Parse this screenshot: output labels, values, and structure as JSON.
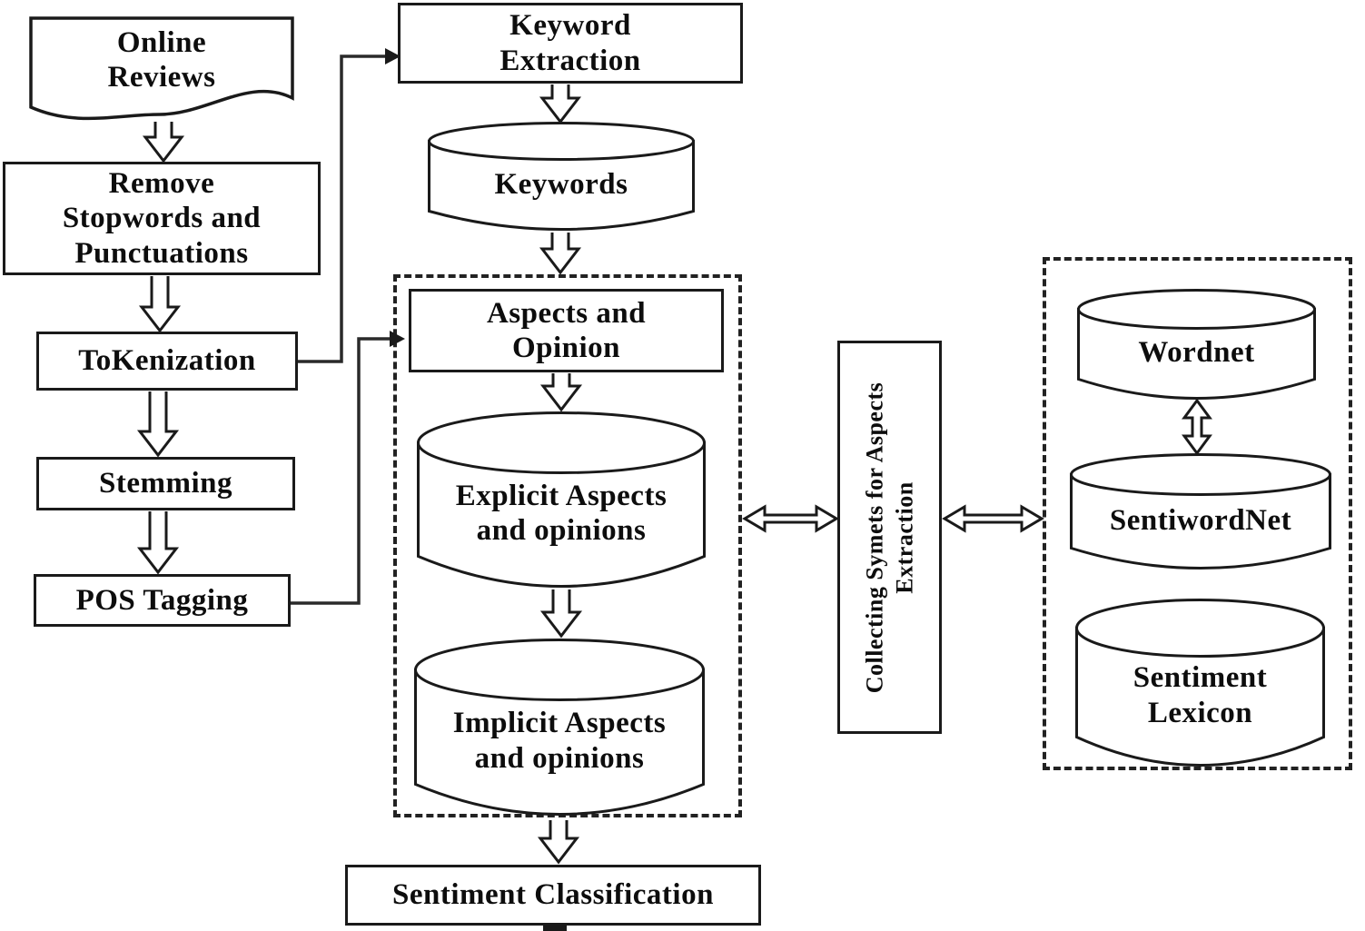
{
  "diagram": {
    "type": "flowchart",
    "background": "#ffffff",
    "line_color": "#1a1a1a",
    "nodes": {
      "online_reviews": {
        "label": "Online\nReviews",
        "shape": "document"
      },
      "remove_stopwords": {
        "label": "Remove\nStopwords and\nPunctuations",
        "shape": "rect"
      },
      "tokenization": {
        "label": "ToKenization",
        "shape": "rect"
      },
      "stemming": {
        "label": "Stemming",
        "shape": "rect"
      },
      "pos_tagging": {
        "label": "POS Tagging",
        "shape": "rect"
      },
      "keyword_extraction": {
        "label": "Keyword\nExtraction",
        "shape": "rect"
      },
      "keywords_store": {
        "label": "Keywords",
        "shape": "cylinder"
      },
      "aspects_opinion": {
        "label": "Aspects and\nOpinion",
        "shape": "rect"
      },
      "explicit_aspects": {
        "label": "Explicit Aspects\nand opinions",
        "shape": "cylinder"
      },
      "implicit_aspects": {
        "label": "Implicit Aspects\nand opinions",
        "shape": "cylinder"
      },
      "sentiment_classification": {
        "label": "Sentiment Classification",
        "shape": "rect"
      },
      "collecting_synsets": {
        "label": "Collecting Symets for Aspects\nExtraction",
        "shape": "rect-rotated"
      },
      "wordnet": {
        "label": "Wordnet",
        "shape": "cylinder"
      },
      "sentiwordnet": {
        "label": "SentiwordNet",
        "shape": "cylinder"
      },
      "sentiment_lexicon": {
        "label": "Sentiment\nLexicon",
        "shape": "cylinder"
      }
    },
    "edges": [
      "online_reviews -> remove_stopwords",
      "remove_stopwords -> tokenization",
      "tokenization -> stemming",
      "stemming -> pos_tagging",
      "tokenization -> keyword_extraction",
      "pos_tagging -> aspects_opinion",
      "keyword_extraction -> keywords_store",
      "keywords_store -> aspects_extraction_group",
      "aspects_opinion -> explicit_aspects",
      "explicit_aspects -> implicit_aspects",
      "aspects_extraction_group -> sentiment_classification",
      "aspects_extraction_group <-> collecting_synsets",
      "collecting_synsets <-> lexicons_group",
      "wordnet <-> sentiwordnet"
    ]
  }
}
